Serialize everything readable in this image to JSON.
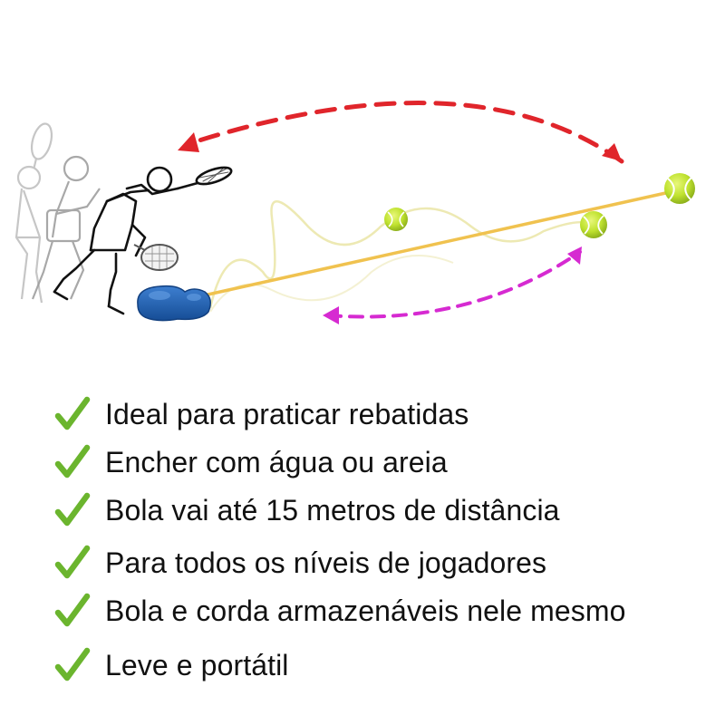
{
  "colors": {
    "check": "#6bb52e",
    "top_arrow": "#e0252b",
    "bottom_arrow": "#d62ad1",
    "cord": "#f0c24f",
    "ball": "#b8e02e",
    "base": "#1f5fb4"
  },
  "icons": {
    "check": "check-mark-icon",
    "player": "tennis-player-figure",
    "ball": "tennis-ball",
    "base": "trainer-base"
  },
  "features": [
    {
      "text": "Ideal para praticar rebatidas"
    },
    {
      "text": "Encher com água ou areia"
    },
    {
      "text": "Bola vai até 15 metros de distância"
    },
    {
      "text": "Para todos os níveis de jogadores"
    },
    {
      "text": "Bola e corda armazenáveis nele mesmo"
    },
    {
      "text": "Leve e portátil"
    }
  ]
}
